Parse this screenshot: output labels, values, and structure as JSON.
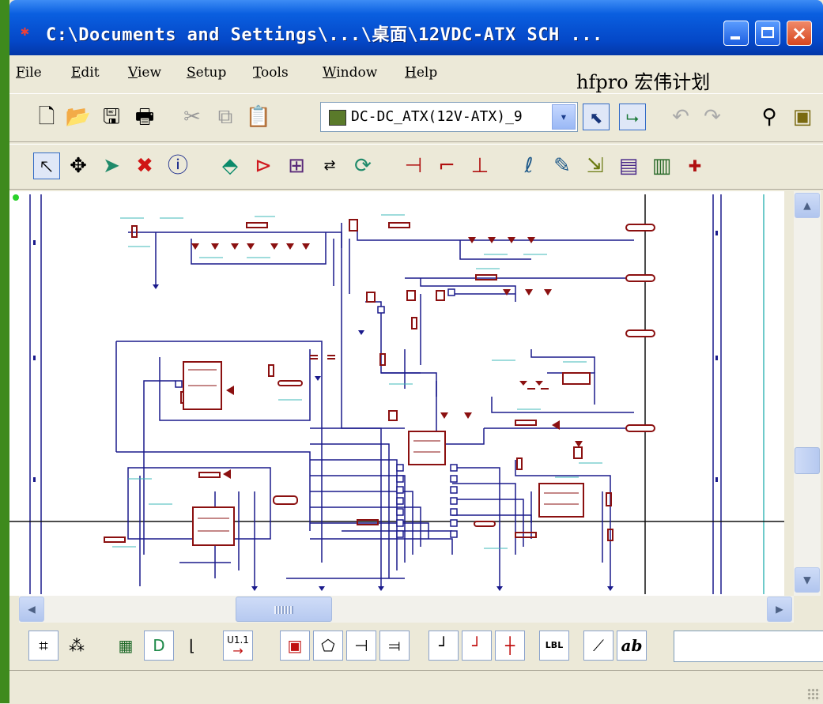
{
  "window": {
    "title": "C:\\Documents and Settings\\...\\桌面\\12VDC-ATX SCH ...",
    "buttons": {
      "minimize": "minimize",
      "maximize": "maximize",
      "close": "×"
    }
  },
  "menu": [
    {
      "label": "File",
      "u": "F",
      "rest": "ile"
    },
    {
      "label": "Edit",
      "u": "E",
      "rest": "dit"
    },
    {
      "label": "View",
      "u": "V",
      "rest": "iew"
    },
    {
      "label": "Setup",
      "u": "S",
      "rest": "etup"
    },
    {
      "label": "Tools",
      "u": "T",
      "rest": "ools"
    },
    {
      "label": "Window",
      "u": "W",
      "rest": "indow"
    },
    {
      "label": "Help",
      "u": "H",
      "rest": "elp"
    }
  ],
  "watermark": "hfpro 宏伟计划",
  "toolbar": {
    "sheet_selector_value": "DC-DC_ATX(12V-ATX)_9",
    "dropdown_arrow": "▾"
  },
  "bottom_toolbar": {
    "v11_label": "U1.1",
    "lbl_label": "LBL",
    "ab_label": "ab"
  },
  "icons": {
    "new": "new-file-icon",
    "open": "open-folder-icon",
    "save": "save-disk-icon",
    "print": "printer-icon",
    "cut": "scissors-icon",
    "copy": "copy-icon",
    "paste": "paste-icon",
    "select_filter": "select-filter-icon",
    "hierarchy": "hierarchy-icon",
    "undo": "undo-icon",
    "redo": "redo-icon",
    "zoom": "magnifier-icon",
    "library": "library-icon"
  },
  "colors": {
    "titlebar": "#0447c7",
    "wire": "#1a1a8c",
    "component": "#8b1010",
    "label": "#3fb8b8"
  }
}
